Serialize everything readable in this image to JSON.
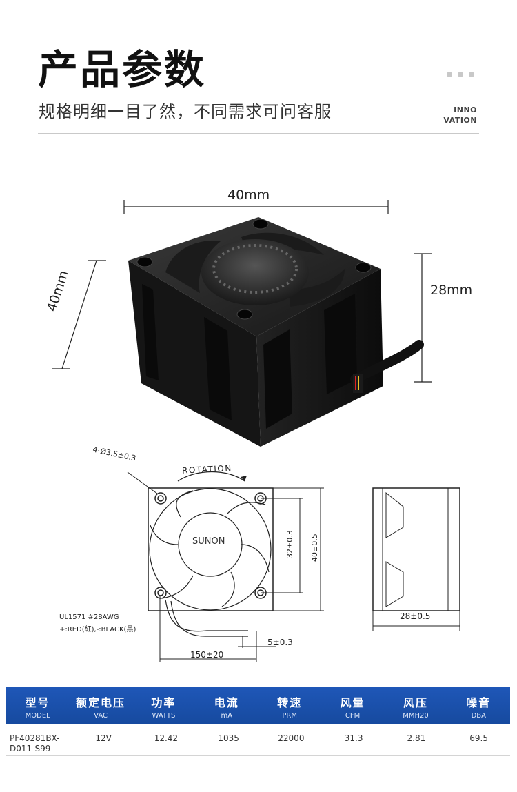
{
  "header": {
    "title": "产品参数",
    "subtitle": "规格明细一目了然，不同需求可问客服",
    "brand_line1": "INNO",
    "brand_line2": "VATION"
  },
  "photo_dimensions": {
    "width": "40mm",
    "depth": "40mm",
    "height": "28mm"
  },
  "drawing": {
    "hole": "4-Ø3.5±0.3",
    "rotation": "ROTATION",
    "brand": "SUNON",
    "inner": "32±0.3",
    "outer": "40±0.5",
    "wire_spec1": "UL1571  #28AWG",
    "wire_spec2": "+:RED(紅),-:BLACK(黑)",
    "strip": "5±0.3",
    "lead": "150±20",
    "side_thickness": "28±0.5"
  },
  "table": {
    "headers": [
      {
        "cn": "型号",
        "en": "MODEL"
      },
      {
        "cn": "额定电压",
        "en": "VAC"
      },
      {
        "cn": "功率",
        "en": "WATTS"
      },
      {
        "cn": "电流",
        "en": "mA"
      },
      {
        "cn": "转速",
        "en": "PRM"
      },
      {
        "cn": "风量",
        "en": "CFM"
      },
      {
        "cn": "风压",
        "en": "MMH20"
      },
      {
        "cn": "噪音",
        "en": "DBA"
      }
    ],
    "row": {
      "model_line1": "PF40281BX-",
      "model_line2": "D011-S99",
      "voltage": "12V",
      "watts": "12.42",
      "current": "1035",
      "speed": "22000",
      "airflow": "31.3",
      "pressure": "2.81",
      "noise": "69.5"
    }
  }
}
